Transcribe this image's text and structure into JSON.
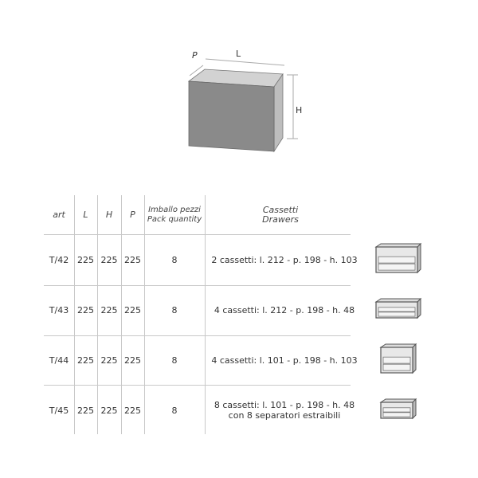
{
  "diagram": {
    "labels": {
      "depth": "P",
      "length": "L",
      "height": "H"
    }
  },
  "table": {
    "headers": {
      "art": "art",
      "l": "L",
      "h": "H",
      "p": "P",
      "pack_it": "Imballo pezzi",
      "pack_en": "Pack quantity",
      "drawers_it": "Cassetti",
      "drawers_en": "Drawers"
    },
    "rows": [
      {
        "art": "T/42",
        "l": "225",
        "h": "225",
        "p": "225",
        "pack": "8",
        "desc": "2 cassetti: l. 212 -  p. 198 - h. 103",
        "desc2": ""
      },
      {
        "art": "T/43",
        "l": "225",
        "h": "225",
        "p": "225",
        "pack": "8",
        "desc": "4 cassetti: l. 212 - p. 198 - h. 48",
        "desc2": ""
      },
      {
        "art": "T/44",
        "l": "225",
        "h": "225",
        "p": "225",
        "pack": "8",
        "desc": "4 cassetti: l. 101 - p. 198 - h. 103",
        "desc2": ""
      },
      {
        "art": "T/45",
        "l": "225",
        "h": "225",
        "p": "225",
        "pack": "8",
        "desc": "8 cassetti: l. 101 - p. 198 - h.  48",
        "desc2": "con 8 separatori estraibili"
      }
    ]
  }
}
